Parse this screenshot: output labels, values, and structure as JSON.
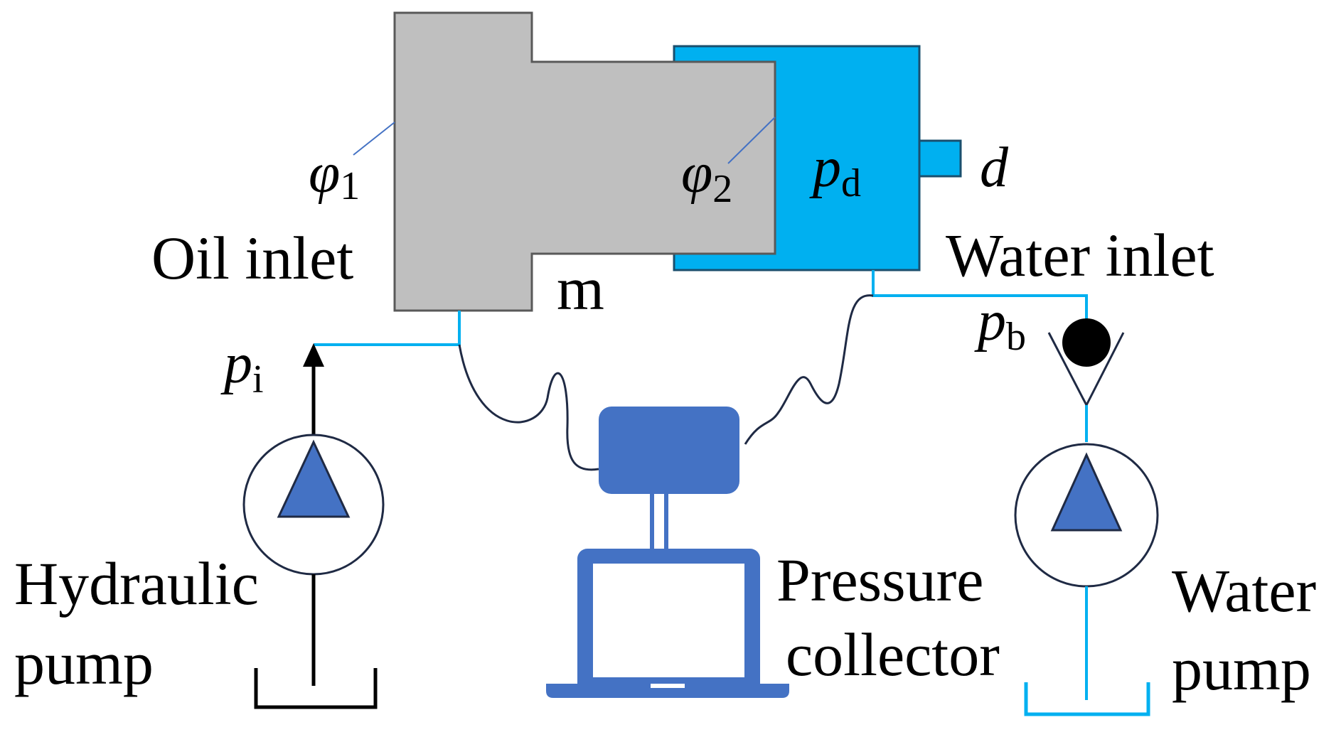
{
  "labels": {
    "oil_inlet": "Oil inlet",
    "water_inlet": "Water inlet",
    "mass": "m",
    "phi1_sym": "φ",
    "phi1_sub": "1",
    "phi2_sym": "φ",
    "phi2_sub": "2",
    "pd_sym": "p",
    "pd_sub": "d",
    "d": "d",
    "pi_sym": "p",
    "pi_sub": "i",
    "pb_sym": "p",
    "pb_sub": "b",
    "hydraulic_pump_line1": "Hydraulic",
    "hydraulic_pump_line2": "pump",
    "pressure_collector_line1": "Pressure",
    "pressure_collector_line2": "collector",
    "water_pump_line1": "Water",
    "water_pump_line2": "pump"
  },
  "colors": {
    "piston_gray": "#bfbfbf",
    "water_blue": "#00b0f0",
    "device_blue": "#4472c4",
    "pipe_blue": "#00b0f0",
    "cable_navy": "#1f2a44",
    "black": "#000000"
  }
}
